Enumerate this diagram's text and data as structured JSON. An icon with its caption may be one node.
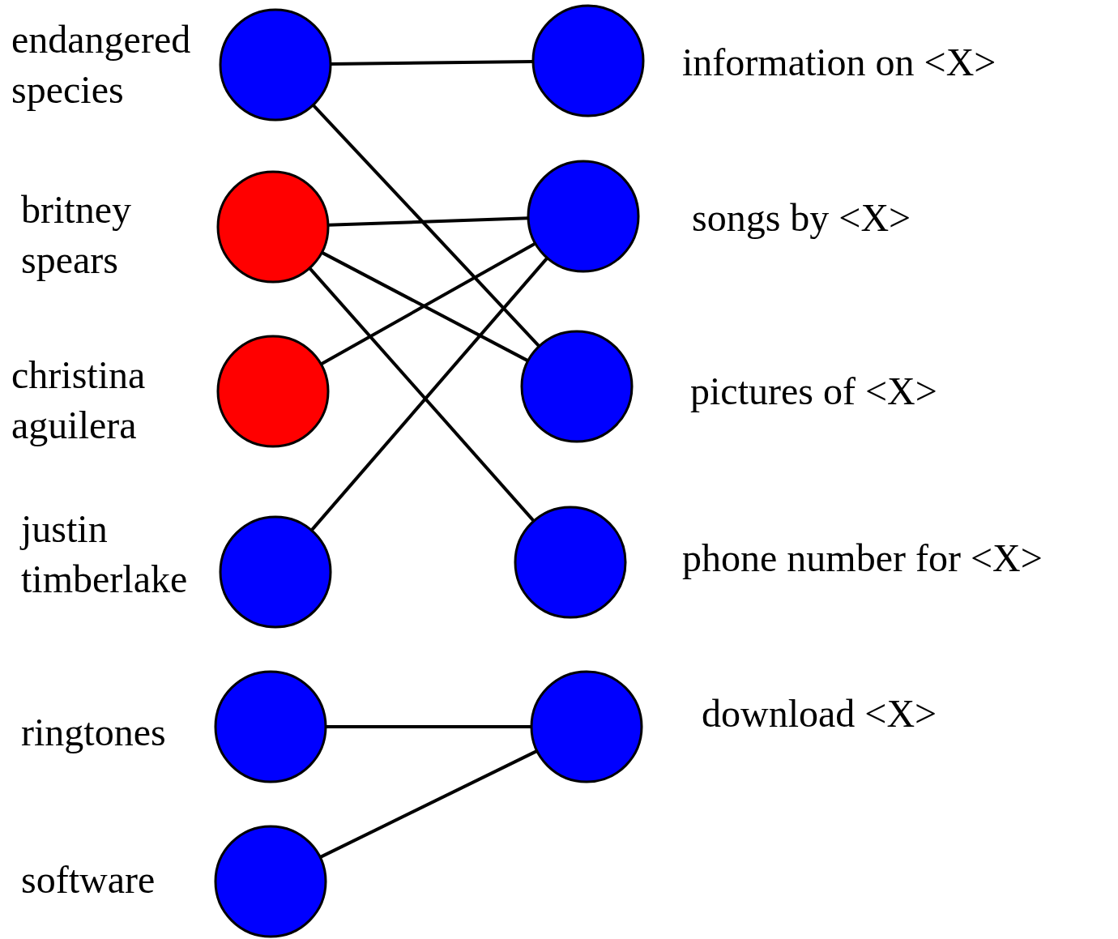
{
  "diagram": {
    "nodes": [
      {
        "text": [],
        "shape": "circle",
        "beside": [
          "endangered species"
        ]
      },
      {
        "text": [],
        "shape": "circle",
        "beside": [
          "britney spears"
        ]
      },
      {
        "text": [],
        "shape": "circle",
        "beside": [
          "christina aguilera"
        ]
      },
      {
        "text": [],
        "shape": "circle",
        "beside": [
          "justin timberlake"
        ]
      },
      {
        "text": [],
        "shape": "circle",
        "beside": [
          "ringtones"
        ]
      },
      {
        "text": [],
        "shape": "circle",
        "beside": [
          "software"
        ]
      },
      {
        "text": [],
        "shape": "circle",
        "beside": [
          "information on <X>"
        ]
      },
      {
        "text": [],
        "shape": "circle",
        "beside": [
          "songs by <X>"
        ]
      },
      {
        "text": [],
        "shape": "circle",
        "beside": [
          "pictures of <X>"
        ]
      },
      {
        "text": [],
        "shape": "circle",
        "beside": [
          "phone number for <X>"
        ]
      },
      {
        "text": [],
        "shape": "circle",
        "beside": [
          "download <X>"
        ]
      }
    ],
    "edges": [
      {
        "from": 0,
        "to": 6,
        "arrow": "none"
      },
      {
        "from": 0,
        "to": 8,
        "arrow": "none"
      },
      {
        "from": 1,
        "to": 7,
        "arrow": "none"
      },
      {
        "from": 1,
        "to": 8,
        "arrow": "none"
      },
      {
        "from": 1,
        "to": 9,
        "arrow": "none"
      },
      {
        "from": 2,
        "to": 7,
        "arrow": "none"
      },
      {
        "from": 3,
        "to": 7,
        "arrow": "none"
      },
      {
        "from": 4,
        "to": 10,
        "arrow": "none"
      },
      {
        "from": 5,
        "to": 10,
        "arrow": "none"
      }
    ]
  }
}
